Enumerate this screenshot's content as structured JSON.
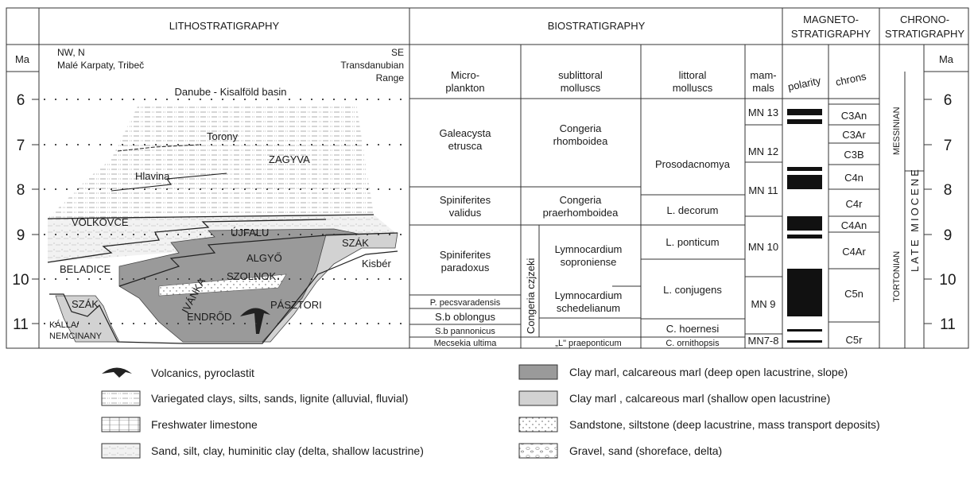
{
  "headers": {
    "litho": "LITHOSTRATIGRAPHY",
    "bio": "BIOSTRATIGRAPHY",
    "magneto_1": "MAGNETO-",
    "magneto_2": "STRATIGRAPHY",
    "chrono_1": "CHRONO-",
    "chrono_2": "STRATIGRAPHY"
  },
  "litho": {
    "ma_label": "Ma",
    "nw_1": "NW, N",
    "nw_2": "Malé Karpaty, Tribeč",
    "se_1": "SE",
    "se_2": "Transdanubian",
    "se_3": "Range",
    "basin": "Danube - Kisalföld basin",
    "units": {
      "torony": "Torony",
      "zagyva": "ZAGYVA",
      "hlavina": "Hlavina",
      "volkovce": "VOLKOVCE",
      "ujfalu": "ÚJFALU",
      "szak_right": "SZÁK",
      "algyo": "ALGYŐ",
      "beladice": "BELADICE",
      "szolnok": "SZOLNOK",
      "ivanka": "IVÁNKA",
      "kisber": "Kisbér",
      "szak_left": "SZÁK",
      "pasztori": "PÁSZTORI",
      "endrod": "ENDRŐD",
      "kalla_1": "KÁLLA/",
      "kalla_2": "NEMCINANY"
    }
  },
  "age_ticks": [
    "6",
    "7",
    "8",
    "9",
    "10",
    "11"
  ],
  "bio": {
    "col_micro_1": "Micro-",
    "col_micro_2": "plankton",
    "col_sub_1": "sublittoral",
    "col_sub_2": "molluscs",
    "col_lit_1": "littoral",
    "col_lit_2": "molluscs",
    "col_mam_1": "mam-",
    "col_mam_2": "mals",
    "micro": {
      "galeacysta_1": "Galeacysta",
      "galeacysta_2": "etrusca",
      "validus_1": "Spiniferites",
      "validus_2": "validus",
      "paradoxus_1": "Spiniferites",
      "paradoxus_2": "paradoxus",
      "pecsvaradensis": "P. pecsvaradensis",
      "oblongus": "S.b oblongus",
      "pannonicus": "S.b pannonicus",
      "mecsekia": "Mecsekia ultima"
    },
    "sub": {
      "rhomb_1": "Congeria",
      "rhomb_2": "rhomboidea",
      "praerh_1": "Congeria",
      "praerh_2": "praerhomboidea",
      "czjzeki": "Congeria czjzeki",
      "sopr_1": "Lymnocardium",
      "sopr_2": "soproniense",
      "sched_1": "Lymnocardium",
      "sched_2": "schedelianum",
      "praepont": "„L\" praeponticum"
    },
    "lit": {
      "prosodacnomya": "Prosodacnomya",
      "decorum": "L. decorum",
      "ponticum": "L. ponticum",
      "conjugens": "L. conjugens",
      "hoernesi": "C. hoernesi",
      "ornithopsis": "C. ornithopsis"
    },
    "mammals": {
      "mn13": "MN 13",
      "mn12": "MN 12",
      "mn11": "MN 11",
      "mn10": "MN 10",
      "mn9": "MN 9",
      "mn78": "MN7-8"
    }
  },
  "magneto": {
    "polarity": "polarity",
    "chrons_label": "chrons",
    "chrons": {
      "c3an": "C3An",
      "c3ar": "C3Ar",
      "c3b": "C3B",
      "c4n": "C4n",
      "c4r": "C4r",
      "c4an": "C4An",
      "c4ar": "C4Ar",
      "c5n": "C5n",
      "c5r": "C5r"
    }
  },
  "chrono": {
    "ma_label": "Ma",
    "late_miocene": "LATE MIOCENE",
    "messinian": "MESSINIAN",
    "tortonian": "TORTONIAN"
  },
  "legend": {
    "volcanics": "Volcanics, pyroclastit",
    "variegated": "Variegated clays, silts, sands, lignite (alluvial, fluvial)",
    "limestone": "Freshwater limestone",
    "sand": "Sand, silt, clay, huminitic clay (delta, shallow lacustrine)",
    "deep_marl": "Clay marl, calcareous marl (deep open lacustrine, slope)",
    "shallow_marl": "Clay marl , calcareous marl (shallow open lacustrine)",
    "sandstone": "Sandstone, siltstone (deep lacustrine, mass transport deposits)",
    "gravel": "Gravel, sand (shoreface, delta)"
  },
  "colors": {
    "deep_marl": "#9a9a9a",
    "shallow_marl": "#d2d2d2",
    "black": "#111111",
    "line": "#333333"
  }
}
